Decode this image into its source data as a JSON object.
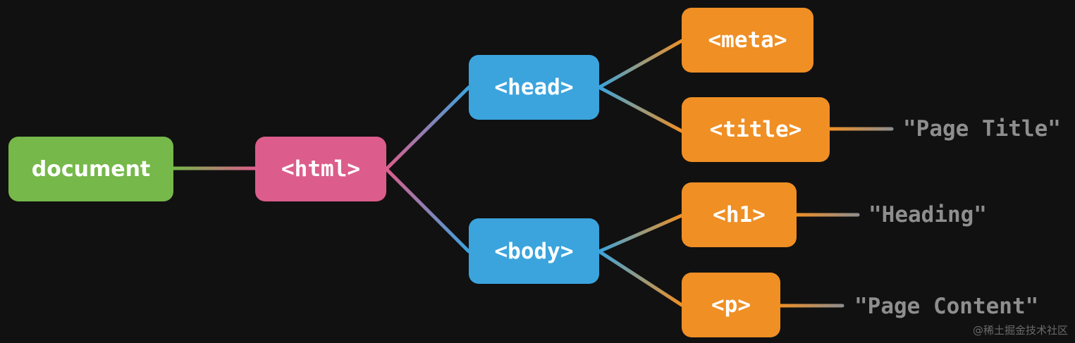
{
  "colors": {
    "document": "#76b84a",
    "html": "#dc5d8b",
    "head_body": "#3ba4dd",
    "leaf": "#ef8f24",
    "text": "#8e8e8e",
    "background": "#111111"
  },
  "nodes": {
    "document": "document",
    "html": "<html>",
    "head": "<head>",
    "body": "<body>",
    "meta": "<meta>",
    "title": "<title>",
    "h1": "<h1>",
    "p": "<p>"
  },
  "texts": {
    "title": "\"Page Title\"",
    "h1": "\"Heading\"",
    "p": "\"Page Content\""
  },
  "watermark": "@稀土掘金技术社区"
}
